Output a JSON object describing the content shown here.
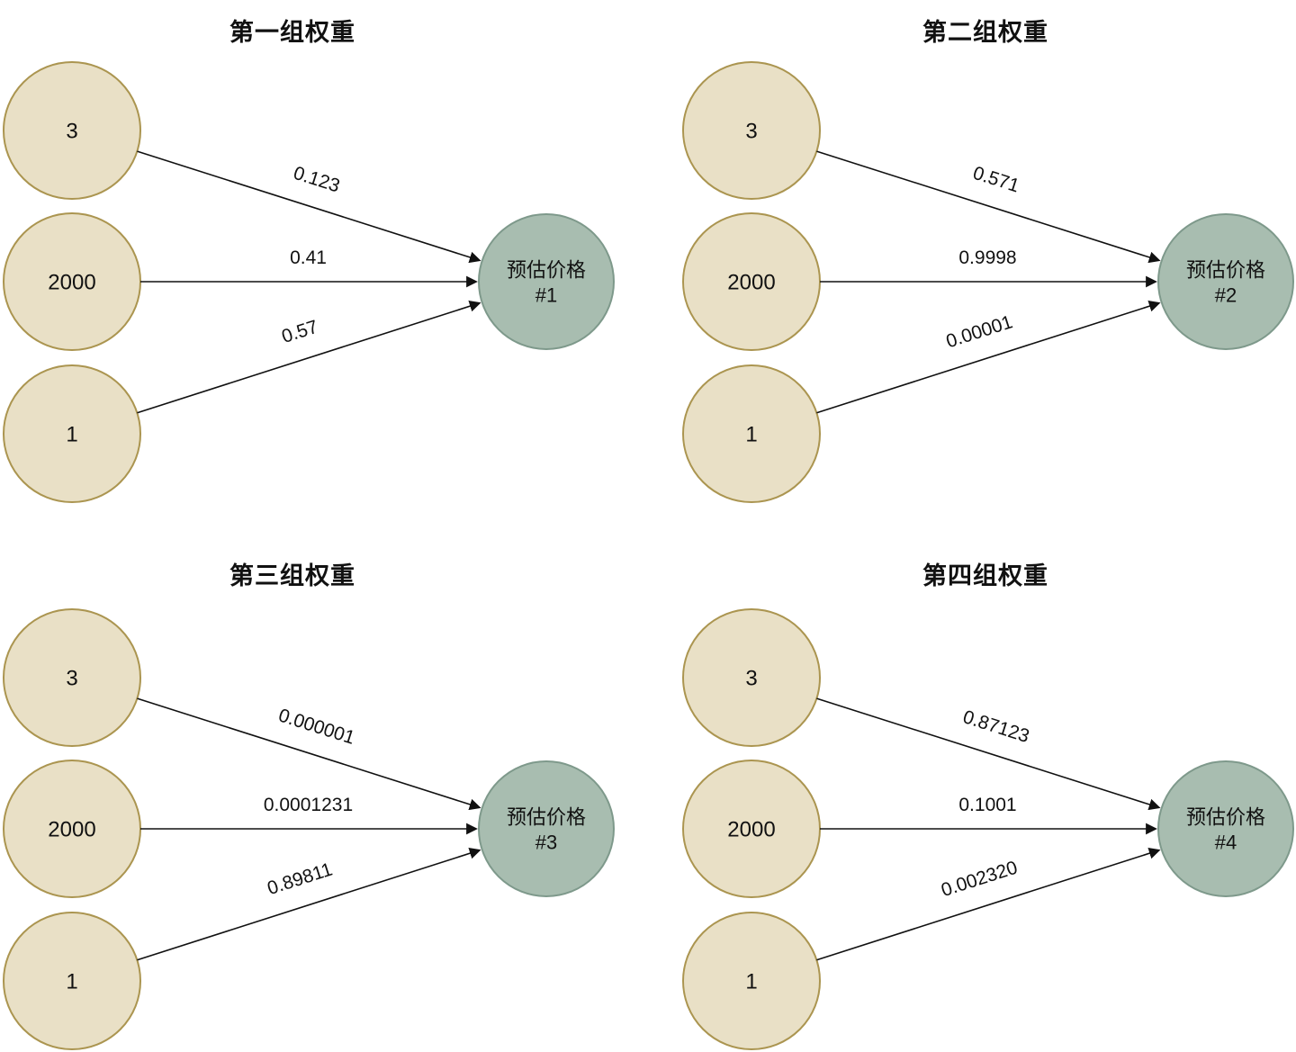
{
  "diagrams": [
    {
      "title": "第一组权重",
      "inputs": [
        "3",
        "2000",
        "1"
      ],
      "weights": [
        "0.123",
        "0.41",
        "0.57"
      ],
      "output_line1": "预估价格",
      "output_line2": "#1"
    },
    {
      "title": "第二组权重",
      "inputs": [
        "3",
        "2000",
        "1"
      ],
      "weights": [
        "0.571",
        "0.9998",
        "0.00001"
      ],
      "output_line1": "预估价格",
      "output_line2": "#2"
    },
    {
      "title": "第三组权重",
      "inputs": [
        "3",
        "2000",
        "1"
      ],
      "weights": [
        "0.000001",
        "0.0001231",
        "0.89811"
      ],
      "output_line1": "预估价格",
      "output_line2": "#3"
    },
    {
      "title": "第四组权重",
      "inputs": [
        "3",
        "2000",
        "1"
      ],
      "weights": [
        "0.87123",
        "0.1001",
        "0.002320"
      ],
      "output_line1": "预估价格",
      "output_line2": "#4"
    }
  ],
  "colors": {
    "background": "#ffffff",
    "input_fill": "#e9e0c6",
    "input_stroke": "#ab9550",
    "output_fill": "#a8bdb0",
    "output_stroke": "#7e998b",
    "arrow": "#111111",
    "text": "#111111"
  }
}
